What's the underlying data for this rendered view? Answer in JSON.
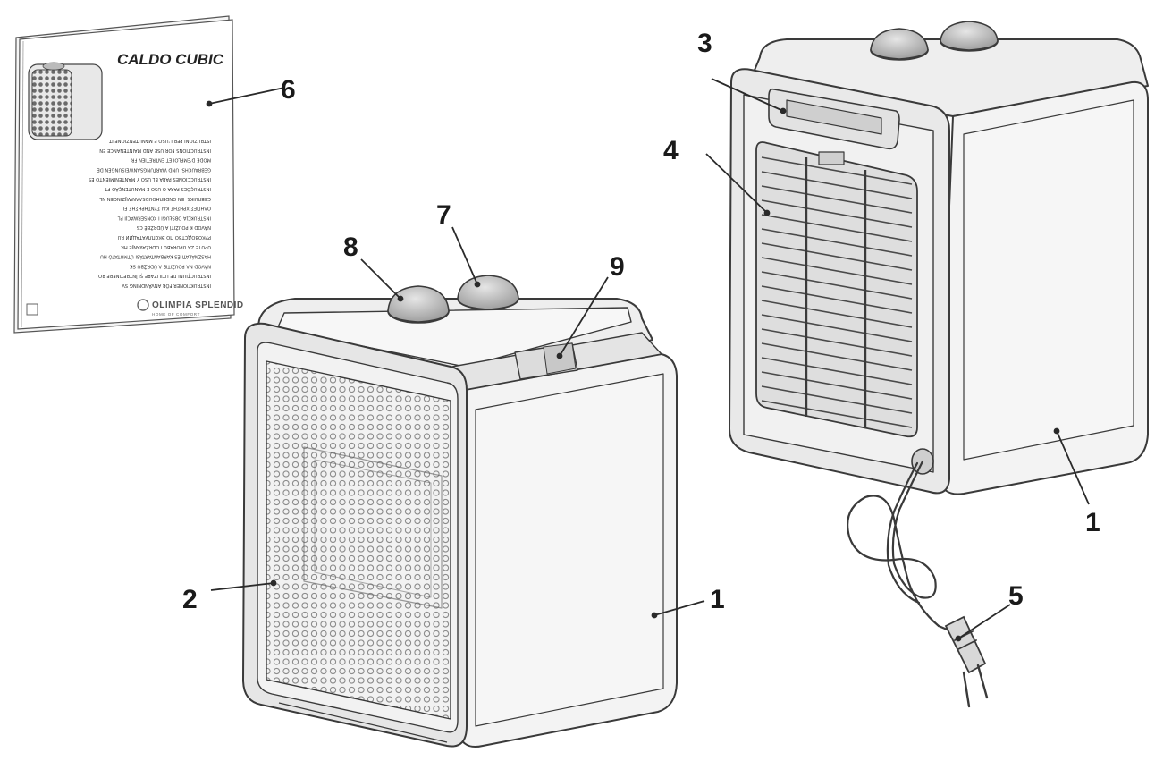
{
  "manual": {
    "title": "CALDO CUBIC",
    "languages": [
      "ISTRUZIONI PER L'USO E MANUTENZIONE IT",
      "INSTRUCTIONS FOR USE AND MAINTENANCE EN",
      "MODE D'EMPLOI ET ENTRETIEN FR",
      "GEBRAUCHS- UND WARTUNGSANWEISUNGEN DE",
      "INSTRUCCIONES PARA EL USO Y MANTENIMIENTO ES",
      "INSTRUÇÕES PARA O USO E MANUTENÇÃO PT",
      "GEBRUIKS- EN ONDERHOUDSAANWIJZINGEN NL",
      "ΟΔΗΓΙΕΣ ΧΡΗΣΗΣ ΚΑΙ ΣΥΝΤΗΡΗΣΗΣ EL",
      "INSTRUKCJA OBSŁUGI I KONSERWACJI PL",
      "NÁVOD K POUŽITÍ A ÚDRŽBĚ CS",
      "РУКОВОДСТВО ПО ЭКСПЛУАТАЦИИ RU",
      "UPUTE ZA UPORABU I ODRŽAVANJE HR",
      "HASZNÁLATI ÉS KARBANTARTÁSI ÚTMUTATÓ HU",
      "NÁVOD NA POUŽITIE A ÚDRŽBU SK",
      "INSTRUCȚIUNI DE UTILIZARE ȘI ÎNTREȚINERE RO",
      "INSTRUKTIONER FÖR ANVÄNDNING SV"
    ],
    "brand": "OLIMPIA SPLENDID",
    "tagline": "HOME OF COMFORT"
  },
  "callouts": {
    "c1_front": "1",
    "c1_back": "1",
    "c2": "2",
    "c3": "3",
    "c4": "4",
    "c5": "5",
    "c6": "6",
    "c7": "7",
    "c8": "8",
    "c9": "9"
  },
  "colors": {
    "line": "#3a3a3a",
    "body_fill": "#f3f3f3",
    "shade": "#e2e2e2",
    "knob": "#b9b9b9",
    "grille_dot": "#8c8c8c"
  }
}
